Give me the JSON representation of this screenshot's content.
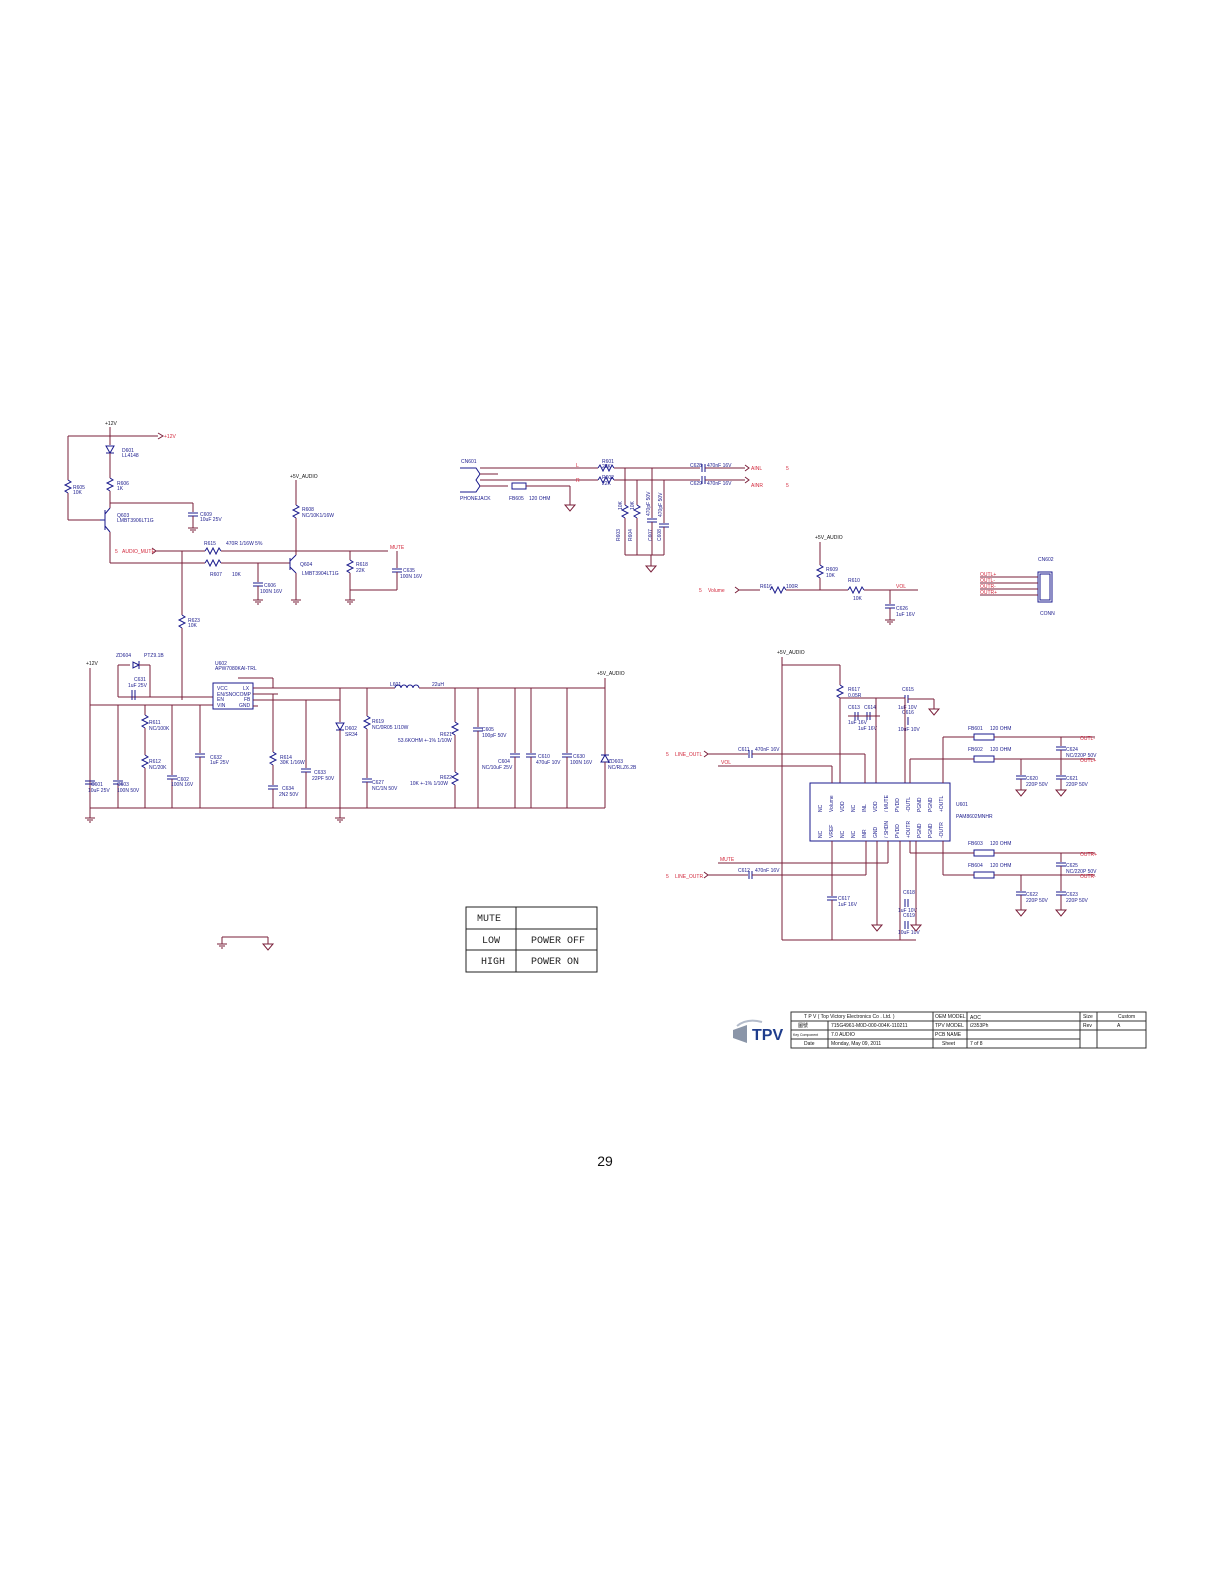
{
  "page_number": "29",
  "nets": {
    "p12v": "+12V",
    "p5v_audio": "+5V_AUDIO",
    "audio_mute": "AUDIO_MUTE",
    "mute": "MUTE",
    "ainl": "AINL",
    "ainr": "AINR",
    "volume": "Volume",
    "vol": "VOL",
    "line_outl": "LINE_OUTL",
    "line_outr": "LINE_OUTR",
    "outl_p": "OUTL+",
    "outl_m": "OUTL-",
    "outr_p": "OUTR+",
    "outr_m": "OUTR-",
    "five": "5",
    "l": "L",
    "r": "R"
  },
  "parts": {
    "d601": [
      "D601",
      "LL4148"
    ],
    "r605": [
      "R605",
      "10K"
    ],
    "r606": [
      "R606",
      "1K"
    ],
    "q603": [
      "Q603",
      "LMBT3906LT1G"
    ],
    "c609": [
      "C609",
      "10uF 25V"
    ],
    "r608": [
      "R608",
      "NC/10K1/16W"
    ],
    "r615": [
      "R615",
      "470R 1/16W 5%"
    ],
    "r607": [
      "R607",
      "10K"
    ],
    "c606": [
      "C606",
      "100N 16V"
    ],
    "q604": [
      "Q604",
      "LMBT3904LT1G"
    ],
    "r618": [
      "R618",
      "22K"
    ],
    "c635": [
      "C635",
      "100N 16V"
    ],
    "r623": [
      "R623",
      "10K"
    ],
    "zd604": [
      "ZD604",
      "PTZ9.1B"
    ],
    "c631": [
      "C631",
      "1uF 25V"
    ],
    "u602": [
      "U602",
      "APW7080KAI-TRL"
    ],
    "r611": [
      "R611",
      "NC/100K"
    ],
    "r612": [
      "R612",
      "NC/20K"
    ],
    "c601": [
      "C601",
      "10uF 25V"
    ],
    "c603": [
      "C603",
      "100N 50V"
    ],
    "c602": [
      "C602",
      "100N 16V"
    ],
    "c632": [
      "C632",
      "1uF 25V"
    ],
    "r614": [
      "R614",
      "30K 1/16W"
    ],
    "c634": [
      "C634",
      "2N2 50V"
    ],
    "c633": [
      "C633",
      "22PF 50V"
    ],
    "l601": [
      "L601",
      "22uH"
    ],
    "d602": [
      "D602",
      "SR34"
    ],
    "r619": [
      "R619",
      "NC/0R05 1/10W"
    ],
    "r621": [
      "R621",
      "53.6KOHM +-1% 1/10W"
    ],
    "c627": [
      "C627",
      "NC/1N 50V"
    ],
    "r622": [
      "R622",
      "10K +-1% 1/10W"
    ],
    "c605": [
      "C605",
      "100pF 50V"
    ],
    "c604": [
      "C604",
      "NC/10uF 25V"
    ],
    "c610": [
      "C610",
      "470uF 10V"
    ],
    "c630": [
      "C630",
      "100N 16V"
    ],
    "zd603": [
      "ZD603",
      "NC/RLZ6.2B"
    ],
    "cn601": [
      "CN601",
      "PHONEJACK"
    ],
    "fb605": [
      "FB605",
      "120 OHM"
    ],
    "r601": [
      "R601",
      "22K"
    ],
    "r602": [
      "R602",
      "22K"
    ],
    "c628": [
      "C628",
      "470nF 16V"
    ],
    "c629": [
      "C629",
      "470nF 16V"
    ],
    "r603": [
      "R603",
      "10K"
    ],
    "r604": [
      "R604",
      "10K"
    ],
    "c607": [
      "C607",
      "470pF 50V"
    ],
    "c608": [
      "C608",
      "470pF 50V"
    ],
    "r609": [
      "R609",
      "10K"
    ],
    "r616": [
      "R616",
      "100R"
    ],
    "r610": [
      "R610",
      "10K"
    ],
    "c626": [
      "C626",
      "1uF 16V"
    ],
    "cn602": [
      "CN602",
      "CONN"
    ],
    "r617": [
      "R617",
      "0.05R"
    ],
    "c613": [
      "C613",
      "1uF 16V"
    ],
    "c614": [
      "C614",
      "1uF 16V"
    ],
    "c615": [
      "C615",
      "1uF 10V"
    ],
    "c616": [
      "C616",
      "10uF 10V"
    ],
    "c611": [
      "C611",
      "470nF 16V"
    ],
    "c612": [
      "C612",
      "470nF 16V"
    ],
    "c617": [
      "C617",
      "1uF 16V"
    ],
    "c618": [
      "C618",
      "1uF 10V"
    ],
    "c619": [
      "C619",
      "10uF 10V"
    ],
    "fb601": [
      "FB601",
      "120 OHM"
    ],
    "fb602": [
      "FB602",
      "120 OHM"
    ],
    "fb603": [
      "FB603",
      "120 OHM"
    ],
    "fb604": [
      "FB604",
      "120 OHM"
    ],
    "c620": [
      "C620",
      "220P 50V"
    ],
    "c621": [
      "C621",
      "220P 50V"
    ],
    "c622": [
      "C622",
      "220P 50V"
    ],
    "c623": [
      "C623",
      "220P 50V"
    ],
    "c624": [
      "C624",
      "NC/220P 50V"
    ],
    "c625": [
      "C625",
      "NC/220P 50V"
    ],
    "u601": [
      "U601",
      "PAM8602MNHR"
    ]
  },
  "u602_pins": [
    "VCC",
    "LX",
    "EN/SNO",
    "COMP",
    "EN",
    "FB",
    "VIN",
    "GND"
  ],
  "u601_pins_top": [
    "NC",
    "Volume",
    "VDD",
    "NC",
    "INL",
    "VDD",
    "/ MUTE",
    "PVDD",
    "-OUTL",
    "PGND",
    "PGND",
    "+OUTL"
  ],
  "u601_pins_bottom": [
    "NC",
    "VREF",
    "NC",
    "NC",
    "INR",
    "GND",
    "/ SHDN",
    "PVDD",
    "+OUTR",
    "PGND",
    "PGND",
    "-OUTR"
  ],
  "mute_table": {
    "header": "MUTE",
    "rows": [
      [
        "LOW",
        "POWER OFF"
      ],
      [
        "HIGH",
        "POWER ON"
      ]
    ]
  },
  "title_block": {
    "company": "T P V  ( Top  Victory  Electronics  Co .  Ltd. )",
    "oem_model_label": "OEM MODEL",
    "oem_model": "AOC",
    "size_label": "Size",
    "size": "Custom",
    "part_no_label": "圖號",
    "part_no": "715G4961-M0D-000-004K-110211",
    "tpv_model_label": "TPV MODEL",
    "tpv_model": "i2353Ph",
    "rev_label": "Rev",
    "rev": "A",
    "key_component_label": "Key Component",
    "key_component": "7.0 AUDIO",
    "pcb_name_label": "PCB NAME",
    "date_label": "Date",
    "date": "Monday, May 09, 2011",
    "sheet_label": "Sheet",
    "sheet": "7    of    8",
    "logo": "TPV"
  }
}
